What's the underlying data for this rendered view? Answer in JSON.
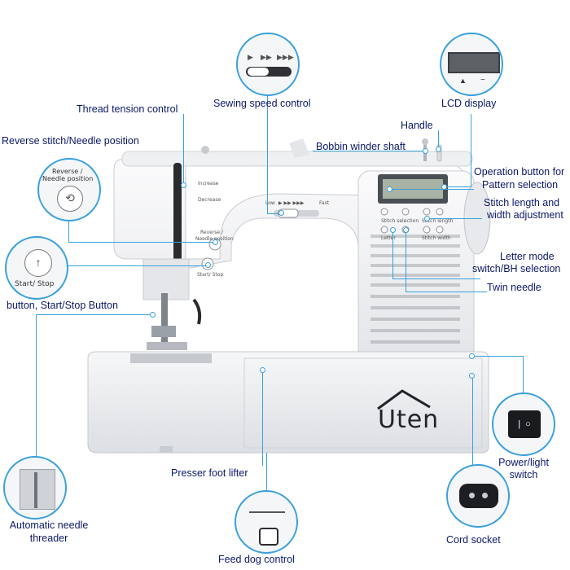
{
  "labels": {
    "thread_tension": "Thread tension control",
    "sewing_speed": "Sewing speed control",
    "lcd_display": "LCD display",
    "reverse_stitch": "Reverse stitch/Needle position",
    "handle": "Handle",
    "bobbin_winder": "Bobbin winder shaft",
    "operation_button_1": "Operation button for",
    "operation_button_2": "Pattern selection",
    "stitch_length_1": "Stitch length and",
    "stitch_length_2": "width adjustment",
    "letter_mode_1": "Letter mode",
    "letter_mode_2": "switch/BH selection",
    "twin_needle": "Twin needle",
    "start_stop_button": "button, Start/Stop Button",
    "presser_foot": "Presser foot lifter",
    "power_light_1": "Power/light",
    "power_light_2": "switch",
    "auto_threader_1": "Automatic needle",
    "auto_threader_2": "threader",
    "cord_socket": "Cord socket",
    "feed_dog": "Feed dog control"
  },
  "insets": {
    "reverse_label_1": "Reverse /",
    "reverse_label_2": "Needle position",
    "start_stop_label": "Start/ Stop",
    "speed_symbols": [
      "▶",
      "▶▶",
      "▶▶▶"
    ]
  },
  "machine": {
    "brand": "Uten",
    "panel_increase": "Increase",
    "panel_decrease": "Decrease",
    "panel_reverse_1": "Reverse /",
    "panel_reverse_2": "Needle position",
    "panel_start_stop": "Start/ Stop",
    "panel_speed_low": "Low",
    "panel_speed_fast": "Fast",
    "panel_speed_arrows": "▶  ▶▶  ▶▶▶",
    "stitch_selection": "Stitch selection",
    "stitch_length": "Stitch length",
    "letter_label": "Letter",
    "stitch_width": "Stitch width"
  },
  "colors": {
    "accent": "#3aa0dc",
    "label_text": "#0b1868",
    "machine_body": "#f1f2f4"
  }
}
